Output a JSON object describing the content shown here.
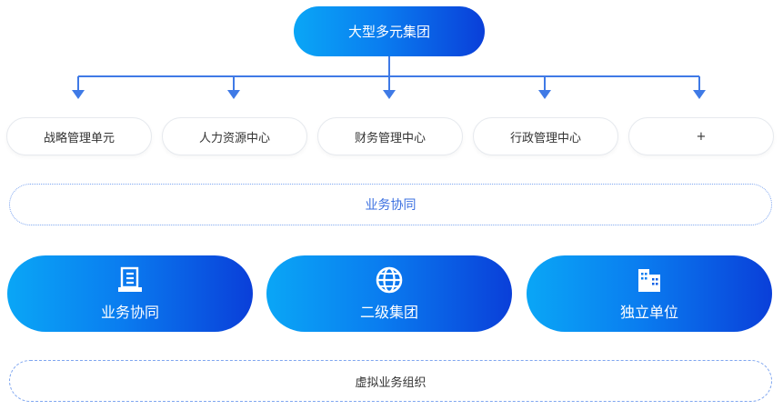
{
  "root": {
    "label": "大型多元集团"
  },
  "departments": [
    {
      "label": "战略管理单元"
    },
    {
      "label": "人力资源中心"
    },
    {
      "label": "财务管理中心"
    },
    {
      "label": "行政管理中心"
    },
    {
      "label": "+"
    }
  ],
  "collaboration_bar": {
    "label": "业务协同"
  },
  "units": [
    {
      "label": "业务协同",
      "icon": "building-document-icon"
    },
    {
      "label": "二级集团",
      "icon": "globe-icon"
    },
    {
      "label": "独立单位",
      "icon": "office-buildings-icon"
    }
  ],
  "virtual_bar": {
    "label": "虚拟业务组织"
  },
  "colors": {
    "gradient_start": "#0aa6f6",
    "gradient_end": "#0a3fd9",
    "connector": "#3f7ae6",
    "dashed_border": "#7fa6f0",
    "collab_text": "#3a6fe0"
  }
}
